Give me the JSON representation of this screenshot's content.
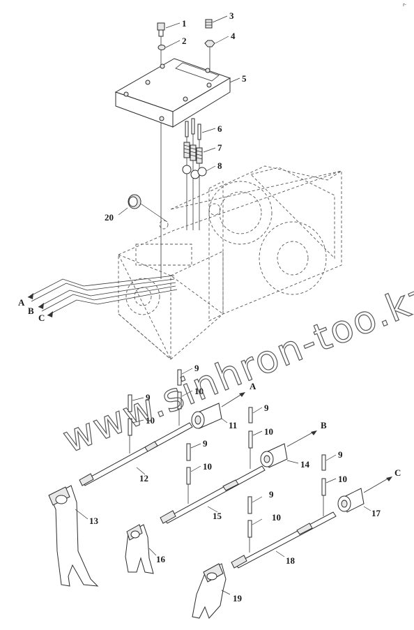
{
  "corner_mark": "r-",
  "watermark": "www.sinhron-too.kz",
  "arrow_letters": [
    "A",
    "B",
    "C"
  ],
  "callouts": [
    {
      "id": "c1",
      "text": "1"
    },
    {
      "id": "c2",
      "text": "2"
    },
    {
      "id": "c3",
      "text": "3"
    },
    {
      "id": "c4",
      "text": "4"
    },
    {
      "id": "c5",
      "text": "5"
    },
    {
      "id": "c6",
      "text": "6"
    },
    {
      "id": "c7",
      "text": "7"
    },
    {
      "id": "c8",
      "text": "8"
    },
    {
      "id": "c20",
      "text": "20"
    },
    {
      "id": "c9a",
      "text": "9"
    },
    {
      "id": "c10a",
      "text": "10"
    },
    {
      "id": "c9b",
      "text": "9"
    },
    {
      "id": "c10b",
      "text": "10"
    },
    {
      "id": "c11",
      "text": "11"
    },
    {
      "id": "c9c",
      "text": "9"
    },
    {
      "id": "c10c",
      "text": "10"
    },
    {
      "id": "c12",
      "text": "12"
    },
    {
      "id": "c9d",
      "text": "9"
    },
    {
      "id": "c10d",
      "text": "10"
    },
    {
      "id": "c14",
      "text": "14"
    },
    {
      "id": "c9e",
      "text": "9"
    },
    {
      "id": "c10e",
      "text": "10"
    },
    {
      "id": "c13",
      "text": "13"
    },
    {
      "id": "c15",
      "text": "15"
    },
    {
      "id": "c17",
      "text": "17"
    },
    {
      "id": "c16",
      "text": "16"
    },
    {
      "id": "c9f",
      "text": "9"
    },
    {
      "id": "c10f",
      "text": "10"
    },
    {
      "id": "c18",
      "text": "18"
    },
    {
      "id": "c19",
      "text": "19"
    }
  ]
}
